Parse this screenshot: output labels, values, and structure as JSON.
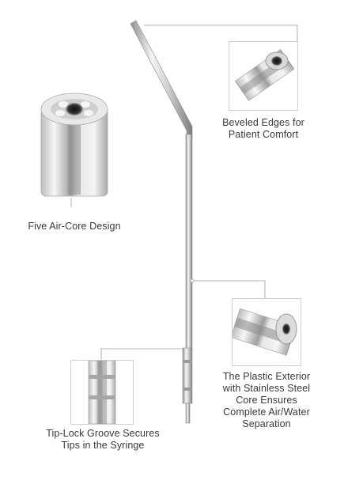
{
  "captions": {
    "beveled_edges": "Beveled Edges for\nPatient Comfort",
    "five_air_core": "Five Air-Core Design",
    "plastic_exterior": "The Plastic Exterior\nwith Stainless Steel\nCore Ensures\nComplete Air/Water\nSeparation",
    "tip_lock": "Tip-Lock Groove Secures\nTips in the Syringe"
  },
  "colors": {
    "leader_line": "#9a9a9a",
    "box_border": "#cfcfcf",
    "caption_text": "#3a3a3a",
    "tip_metal": "#c4c4c4"
  }
}
